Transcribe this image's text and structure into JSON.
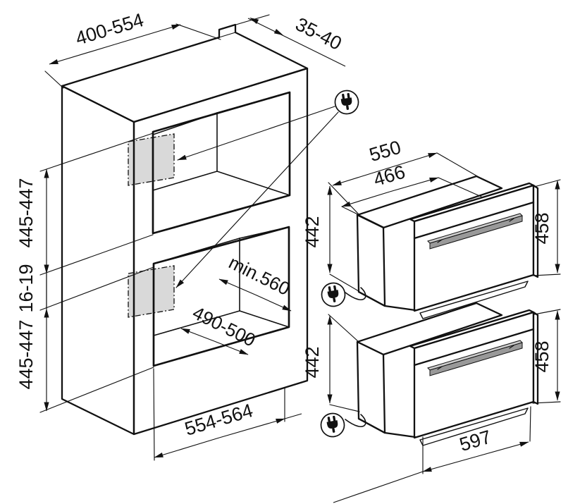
{
  "diagram_title": "built-in-oven-installation-dimensions",
  "cabinet": {
    "top_width": "400-554",
    "rear_ledge_depth": "35-40",
    "upper_niche_height": "445-447",
    "divider_gap": "16-19",
    "lower_niche_height": "445-447",
    "niche_min_depth": "min.560",
    "niche_width": "490-500",
    "front_width": "554-564"
  },
  "oven": {
    "top_depth": "550",
    "body_depth": "466",
    "upper_body_height": "442",
    "upper_front_height": "458",
    "lower_body_height": "442",
    "lower_front_height": "458",
    "front_width": "597"
  },
  "icons": {
    "power_plug": "power-plug-icon"
  },
  "colors": {
    "line": "#111111",
    "outlet_patch": "#d9d9d9",
    "door_face": "#ededed",
    "door_strip": "#f4f4f4",
    "handle": "#999999",
    "background": "#ffffff"
  }
}
